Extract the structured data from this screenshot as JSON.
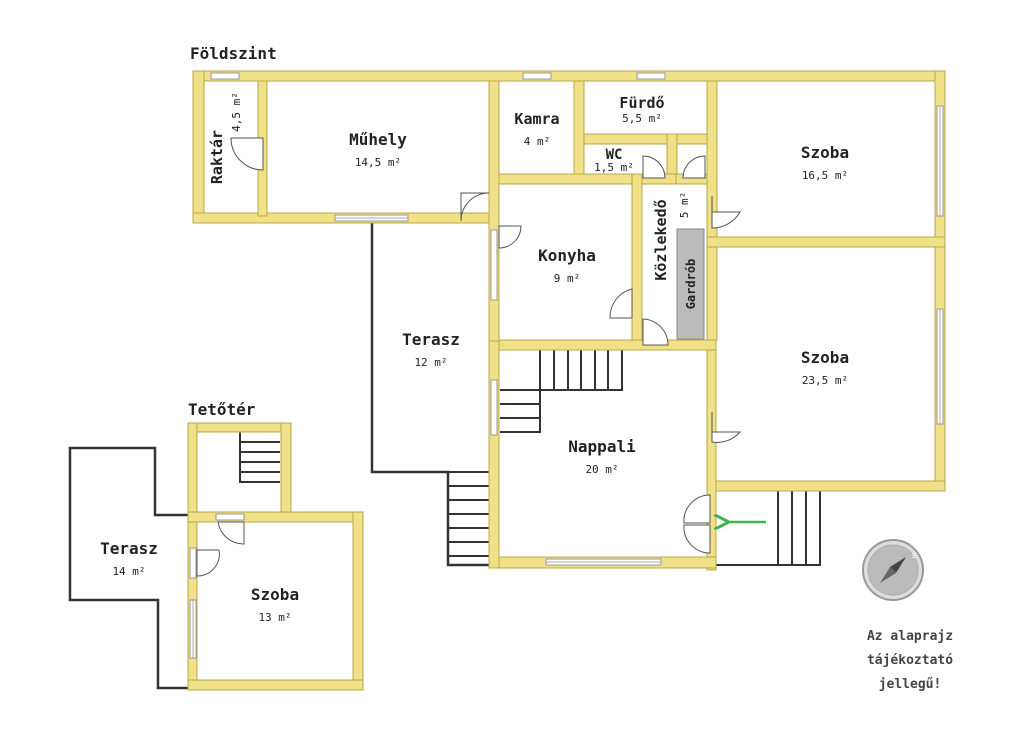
{
  "floors": {
    "ground": "Földszint",
    "attic": "Tetőtér"
  },
  "rooms": {
    "raktar": {
      "name": "Raktár",
      "area": "4,5 m²"
    },
    "muhely": {
      "name": "Műhely",
      "area": "14,5 m²"
    },
    "kamra": {
      "name": "Kamra",
      "area": "4 m²"
    },
    "furdo": {
      "name": "Fürdő",
      "area": "5,5 m²"
    },
    "wc": {
      "name": "WC",
      "area": "1,5 m²"
    },
    "kozlekedo": {
      "name": "Közlekedő",
      "area": "5 m²"
    },
    "gardrob": {
      "name": "Gardrób"
    },
    "konyha": {
      "name": "Konyha",
      "area": "9 m²"
    },
    "szoba1": {
      "name": "Szoba",
      "area": "16,5 m²"
    },
    "szoba2": {
      "name": "Szoba",
      "area": "23,5 m²"
    },
    "terasz": {
      "name": "Terasz",
      "area": "12 m²"
    },
    "nappali": {
      "name": "Nappali",
      "area": "20 m²"
    },
    "terasz_top": {
      "name": "Terasz",
      "area": "14 m²"
    },
    "szoba_top": {
      "name": "Szoba",
      "area": "13 m²"
    }
  },
  "compass": {
    "label": "É"
  },
  "note": {
    "line1": "Az alaprajz",
    "line2": "tájékoztató",
    "line3": "jellegű!"
  },
  "colors": {
    "wall": "#f0e087",
    "entrance_arrow": "#3cb44b",
    "wardrobe": "#bbbbbb"
  }
}
